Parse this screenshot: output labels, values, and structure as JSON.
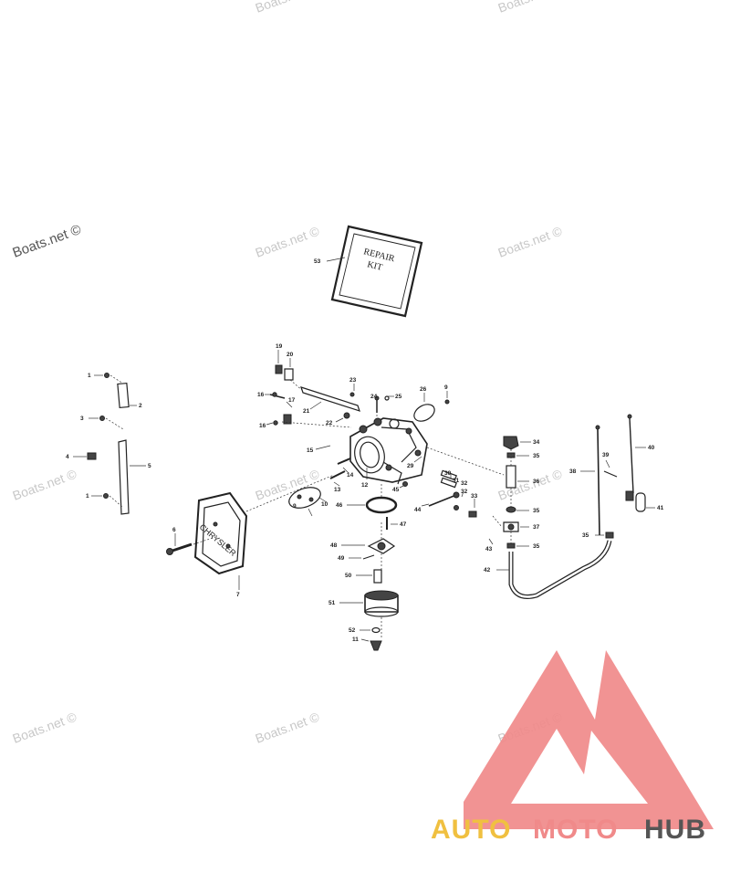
{
  "watermark": "Boats.net ©",
  "repair_kit": {
    "line1": "REPAIR",
    "line2": "KIT"
  },
  "cover_brand": "CHRYSLER",
  "logo": {
    "part1": "AUTO",
    "part2": "MOTO",
    "part3": "HUB",
    "colors": {
      "triangle": "#f08a8a",
      "auto": "#f0c040",
      "moto": "#f08a8a",
      "hub": "#555555"
    }
  },
  "callouts": {
    "c1a": "1",
    "c2": "2",
    "c3": "3",
    "c4": "4",
    "c5": "5",
    "c1b": "1",
    "c6": "6",
    "c7": "7",
    "c8": "8",
    "c9": "9",
    "c10": "10",
    "c11": "11",
    "c12": "12",
    "c13": "13",
    "c14": "14",
    "c15": "15",
    "c16a": "16",
    "c16b": "16",
    "c17": "17",
    "c19": "19",
    "c20": "20",
    "c21": "21",
    "c22": "22",
    "c23": "23",
    "c24": "24",
    "c25": "25",
    "c26": "26",
    "c9b": "9",
    "c29": "29",
    "c30": "30",
    "c31": "31",
    "c32a": "32",
    "c32b": "32",
    "c33": "33",
    "c34": "34",
    "c35a": "35",
    "c36": "36",
    "c35b": "35",
    "c37": "37",
    "c35c": "35",
    "c35d": "35",
    "c38": "38",
    "c39": "39",
    "c40": "40",
    "c41": "41",
    "c42": "42",
    "c43": "43",
    "c44": "44",
    "c45": "45",
    "c46": "46",
    "c47": "47",
    "c48": "48",
    "c49": "49",
    "c50": "50",
    "c51": "51",
    "c52": "52",
    "c53": "53"
  }
}
